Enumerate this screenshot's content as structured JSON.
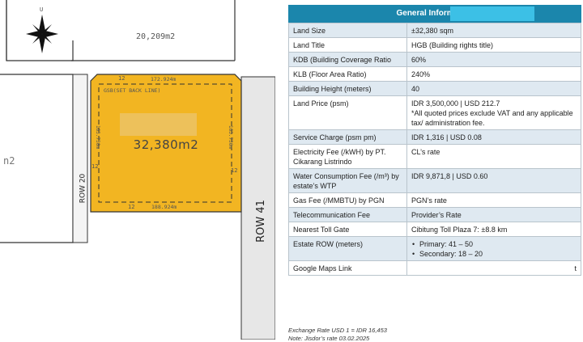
{
  "plan": {
    "compass_label": "U",
    "top_lot_label": "20,209m2",
    "setback_label": "GSB(SET BACK LINE)",
    "dim_top": "172.924m",
    "dim_bottom": "188.924m",
    "dim_left": "163.730m",
    "dim_right": "163.730m",
    "setback_top": "12",
    "setback_left": "12",
    "setback_right": "12",
    "setback_bottom": "12",
    "area_label": "32,380m2",
    "left_lot_label": "n2",
    "road_inner_label": "ROW 20",
    "road_outer_label": "ROW 41",
    "colors": {
      "plot_fill": "#f2b522",
      "road_fill": "#e7e7e7",
      "line": "#333333"
    }
  },
  "info": {
    "header": "General Information",
    "rows": [
      {
        "key": "Land Size",
        "value": "±32,380 sqm"
      },
      {
        "key": "Land Title",
        "value": "HGB (Building rights title)"
      },
      {
        "key": "KDB (Building Coverage Ratio",
        "value": "60%"
      },
      {
        "key": "KLB (Floor Area Ratio)",
        "value": "240%"
      },
      {
        "key": "Building Height (meters)",
        "value": "40"
      },
      {
        "key": "Land Price (psm)",
        "value": "IDR 3,500,000 | USD 212.7",
        "note": "*All quoted prices exclude VAT and any applicable tax/ administration fee."
      },
      {
        "key": "Service Charge (psm pm)",
        "value": "IDR 1,316 | USD 0.08"
      },
      {
        "key": "Electricity Fee (/kWH) by PT. Cikarang Listrindo",
        "value": "CL’s rate"
      },
      {
        "key": "Water Consumption Fee (/m³) by estate’s WTP",
        "value": "IDR 9,871,8 | USD 0.60"
      },
      {
        "key": "Gas Fee (/MMBTU) by PGN",
        "value": "PGN’s rate"
      },
      {
        "key": "Telecommunication Fee",
        "value": "Provider’s Rate"
      },
      {
        "key": "Nearest Toll Gate",
        "value": "Cibitung Toll Plaza 7: ±8.8 km"
      },
      {
        "key": "Estate ROW (meters)",
        "bullets": [
          "Primary: 41 – 50",
          "Secondary: 18 – 20"
        ]
      },
      {
        "key": "Google Maps Link",
        "value": "t"
      }
    ],
    "header_color": "#1b86ac",
    "stripe_color": "#dfe9f1"
  },
  "footer": {
    "exchange_rate": "Exchange Rate USD 1 = IDR 16,453",
    "note": "Note: Jisdor’s rate 03.02.2025"
  }
}
